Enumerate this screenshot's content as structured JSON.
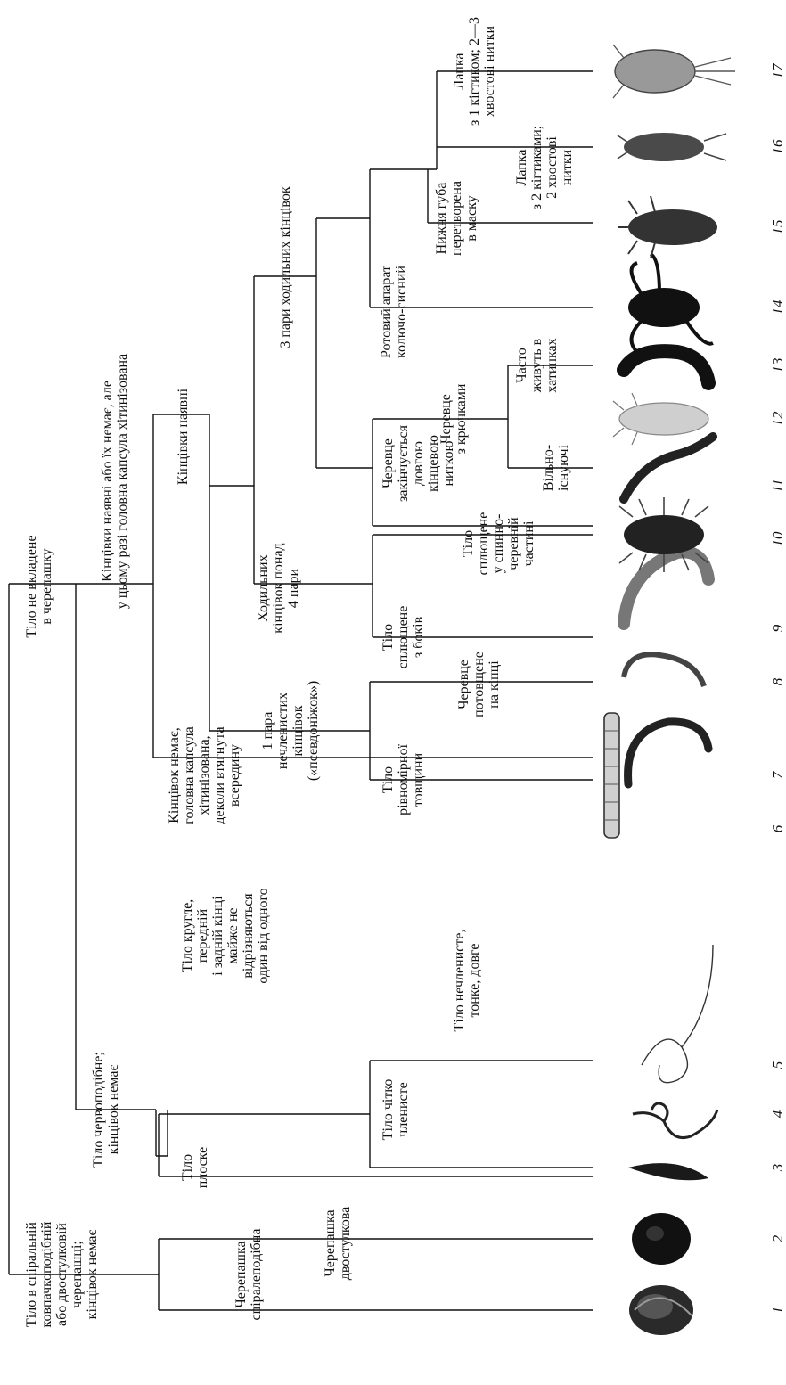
{
  "diagram": {
    "nodes": [
      {
        "id": "shell_root",
        "lines": [
          "Тіло в спіральній",
          "ковпачкоподібній",
          "або двостулковій",
          "черепашці;",
          "кінцівок немає"
        ]
      },
      {
        "id": "spiral",
        "lines": [
          "Черепашка",
          "спіралеподібна"
        ]
      },
      {
        "id": "bivalve",
        "lines": [
          "Черепашка",
          "двостулкова"
        ]
      },
      {
        "id": "no_shell",
        "lines": [
          "Тіло не вкладене",
          "в черепашку"
        ]
      },
      {
        "id": "worm",
        "lines": [
          "Тіло червоподібне;",
          "кінцівок немає"
        ]
      },
      {
        "id": "flat",
        "lines": [
          "Тіло",
          "плоске"
        ]
      },
      {
        "id": "round",
        "lines": [
          "Тіло кругле,",
          "передній",
          "і задній кінці",
          "майже не",
          "відрізняються",
          "один від одного"
        ]
      },
      {
        "id": "segmented",
        "lines": [
          "Тіло чітко",
          "членисте"
        ]
      },
      {
        "id": "unsegmented",
        "lines": [
          "Тіло нечленисте,",
          "тонке, довге"
        ]
      },
      {
        "id": "chitin",
        "lines": [
          "Кінцівки наявні або їх немає, але",
          "у цьому разі головна капсула хітинізована"
        ]
      },
      {
        "id": "no_limbs",
        "lines": [
          "Кінцівок немає,",
          "головна капсула",
          "хітинізована,",
          "деколи втягнута",
          "всередину"
        ]
      },
      {
        "id": "limbs",
        "lines": [
          "Кінцівки наявні"
        ]
      },
      {
        "id": "pseudo",
        "lines": [
          "1 пара",
          "нечленистих",
          "кінцівок",
          "(«псевдоніжок»)"
        ]
      },
      {
        "id": "even",
        "lines": [
          "Тіло",
          "рівномірної",
          "товщини"
        ]
      },
      {
        "id": "thick_end",
        "lines": [
          "Черевце",
          "потовщене",
          "на кінці"
        ]
      },
      {
        "id": "over4",
        "lines": [
          "Ходильних",
          "кінцівок понад",
          "4 пари"
        ]
      },
      {
        "id": "lateral",
        "lines": [
          "Тіло",
          "сплющене",
          "з боків"
        ]
      },
      {
        "id": "dorsoventral",
        "lines": [
          "Тіло",
          "сплющене",
          "у спинно-",
          "черевній",
          "частині"
        ]
      },
      {
        "id": "three_pairs",
        "lines": [
          "3 пари ходильних кінцівок"
        ]
      },
      {
        "id": "filament",
        "lines": [
          "Черевце",
          "закінчується",
          "довгою",
          "кінцевою",
          "ниткою"
        ]
      },
      {
        "id": "hooks",
        "lines": [
          "Черевце",
          "з крючками"
        ]
      },
      {
        "id": "free",
        "lines": [
          "Вільно-",
          "існуючі"
        ]
      },
      {
        "id": "cases",
        "lines": [
          "Часто",
          "живуть в",
          "хатинках"
        ]
      },
      {
        "id": "piercing",
        "lines": [
          "Ротовий апарат",
          "колючо-сисний"
        ]
      },
      {
        "id": "mask",
        "lines": [
          "Нижня губа",
          "перетворена",
          "в маску"
        ]
      },
      {
        "id": "two_claws",
        "lines": [
          "Лапка",
          "з 2 кігтиками;",
          "2 хвостові",
          "нитки"
        ]
      },
      {
        "id": "one_claw",
        "lines": [
          "Лапка",
          "з 1 кігтиком; 2—3",
          "хвостові нитки"
        ]
      }
    ],
    "taxa_numbers": [
      "1",
      "2",
      "3",
      "4",
      "5",
      "6",
      "7",
      "8",
      "9",
      "10",
      "11",
      "12",
      "13",
      "14",
      "15",
      "16",
      "17"
    ]
  }
}
